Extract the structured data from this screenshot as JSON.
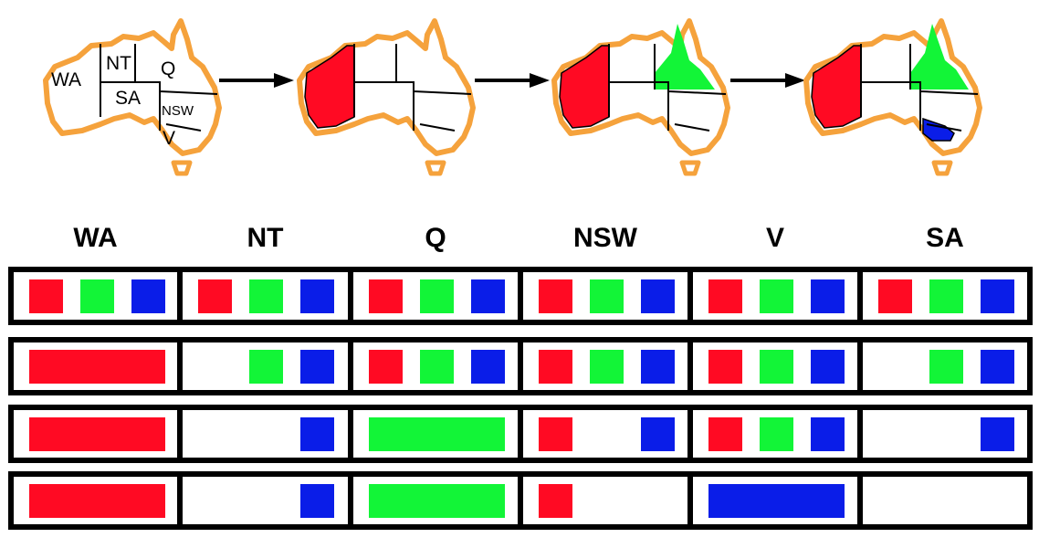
{
  "colors": {
    "red": "#ff0a23",
    "green": "#12f537",
    "blue": "#0a1de8",
    "outline": "#f5a23c",
    "border": "#000000"
  },
  "map_labels": {
    "wa": "WA",
    "nt": "NT",
    "q": "Q",
    "sa": "SA",
    "nsw": "NSW",
    "v": "V"
  },
  "map_steps": [
    {
      "WA": null,
      "Q": null,
      "V": null
    },
    {
      "WA": "red",
      "Q": null,
      "V": null
    },
    {
      "WA": "red",
      "Q": "green",
      "V": null
    },
    {
      "WA": "red",
      "Q": "green",
      "V": "blue"
    }
  ],
  "columns": [
    "WA",
    "NT",
    "Q",
    "NSW",
    "V",
    "SA"
  ],
  "domain_rows": [
    [
      [
        "red",
        "green",
        "blue"
      ],
      [
        "red",
        "green",
        "blue"
      ],
      [
        "red",
        "green",
        "blue"
      ],
      [
        "red",
        "green",
        "blue"
      ],
      [
        "red",
        "green",
        "blue"
      ],
      [
        "red",
        "green",
        "blue"
      ]
    ],
    [
      [
        "red"
      ],
      [
        "green",
        "blue"
      ],
      [
        "red",
        "green",
        "blue"
      ],
      [
        "red",
        "green",
        "blue"
      ],
      [
        "red",
        "green",
        "blue"
      ],
      [
        "green",
        "blue"
      ]
    ],
    [
      [
        "red"
      ],
      [
        "blue"
      ],
      [
        "green"
      ],
      [
        "red",
        "blue"
      ],
      [
        "red",
        "green",
        "blue"
      ],
      [
        "blue"
      ]
    ],
    [
      [
        "red"
      ],
      [
        "blue"
      ],
      [
        "green"
      ],
      [
        "red"
      ],
      [
        "blue"
      ],
      []
    ]
  ]
}
